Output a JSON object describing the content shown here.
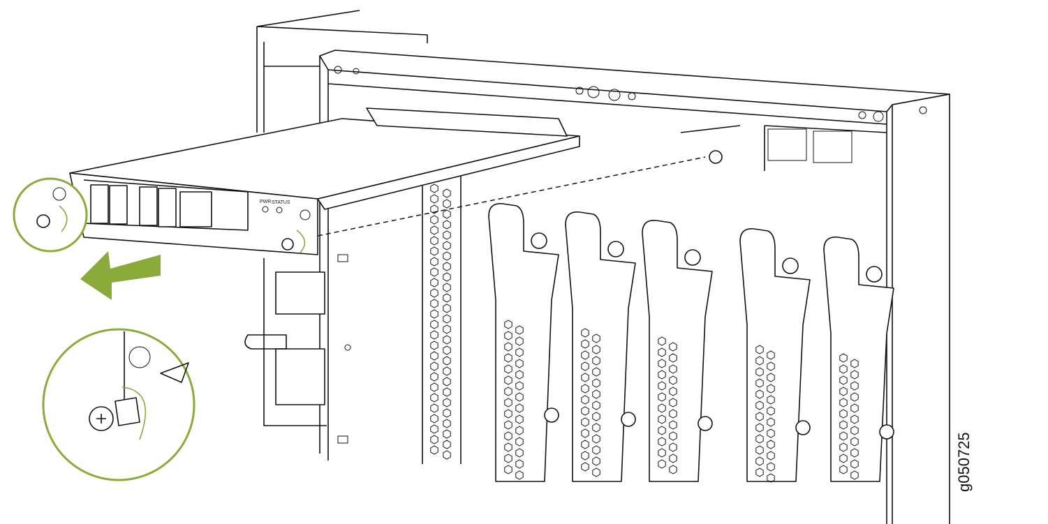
{
  "figure_id": "g050725",
  "module_labels": {
    "pwr": "PWR",
    "status": "STATUS"
  },
  "colors": {
    "accent": "#8aaa3a",
    "line": "#111111"
  },
  "slot_cards": 5
}
